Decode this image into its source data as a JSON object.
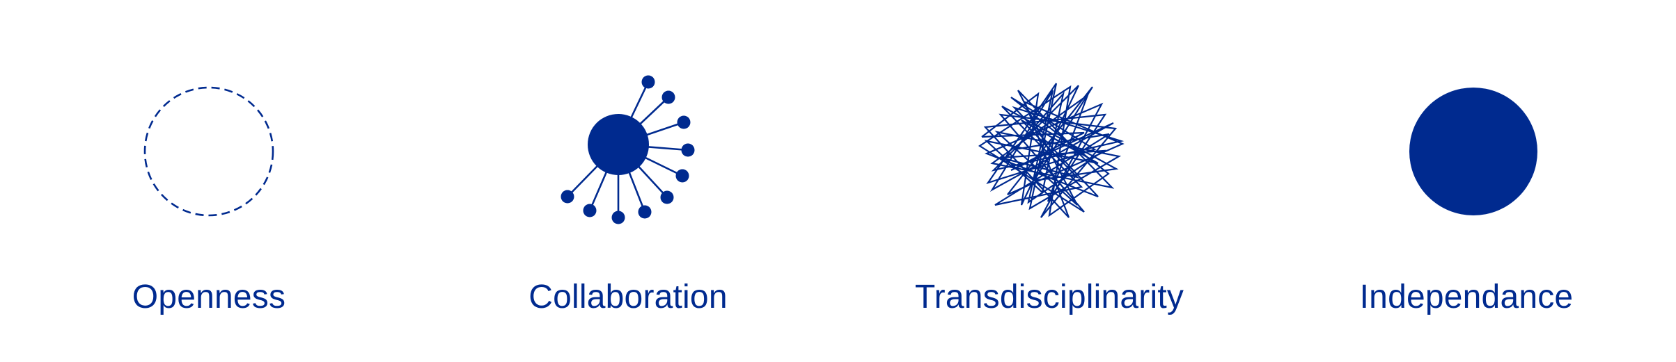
{
  "colors": {
    "primary": "#002a8f",
    "background": "#ffffff"
  },
  "values": [
    {
      "label": "Openness",
      "icon": "dashed-circle-icon"
    },
    {
      "label": "Collaboration",
      "icon": "network-hub-icon"
    },
    {
      "label": "Transdisciplinarity",
      "icon": "tangled-lines-icon"
    },
    {
      "label": "Independance",
      "icon": "solid-circle-icon"
    }
  ]
}
